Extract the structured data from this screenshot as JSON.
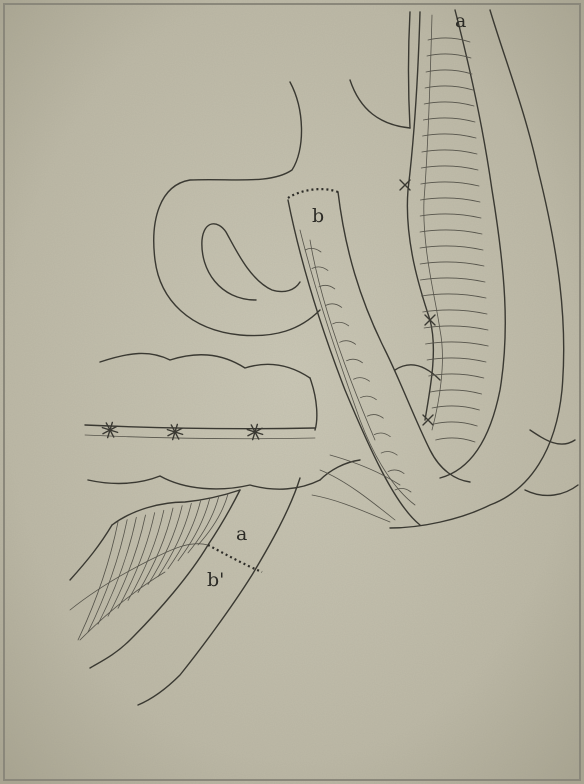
{
  "figure": {
    "labels": {
      "top_a": "a",
      "top_b": "b",
      "lower_a": "a",
      "lower_b_prime": "b'"
    },
    "colors": {
      "paper": "#bdb9a6",
      "paper_light": "#c9c6b4",
      "ink": "#3a3932",
      "frame": "#8a877a"
    }
  }
}
